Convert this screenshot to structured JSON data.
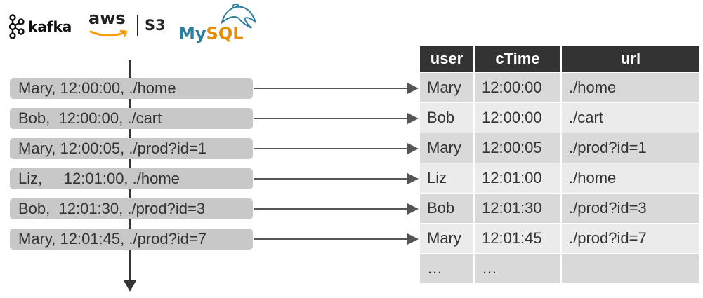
{
  "logos": {
    "kafka": "kafka",
    "aws": "aws",
    "s3": "S3",
    "mysql_my": "My",
    "mysql_sql": "SQL"
  },
  "events": [
    "Mary, 12:00:00, ./home",
    "Bob,  12:00:00, ./cart",
    "Mary, 12:00:05, ./prod?id=1",
    "Liz,     12:01:00, ./home",
    "Bob,  12:01:30, ./prod?id=3",
    "Mary, 12:01:45, ./prod?id=7"
  ],
  "table": {
    "headers": [
      "user",
      "cTime",
      "url"
    ],
    "rows": [
      [
        "Mary",
        "12:00:00",
        "./home"
      ],
      [
        "Bob",
        "12:00:00",
        "./cart"
      ],
      [
        "Mary",
        "12:00:05",
        "./prod?id=1"
      ],
      [
        "Liz",
        "12:01:00",
        "./home"
      ],
      [
        "Bob",
        "12:01:30",
        "./prod?id=3"
      ],
      [
        "Mary",
        "12:01:45",
        "./prod?id=7"
      ],
      [
        "…",
        "…",
        ""
      ]
    ]
  },
  "colors": {
    "event_bg": "#c8c8c8",
    "header_bg": "#333333",
    "row_dark": "#d9d9d9",
    "row_light": "#ebebeb",
    "arrow": "#555555"
  }
}
